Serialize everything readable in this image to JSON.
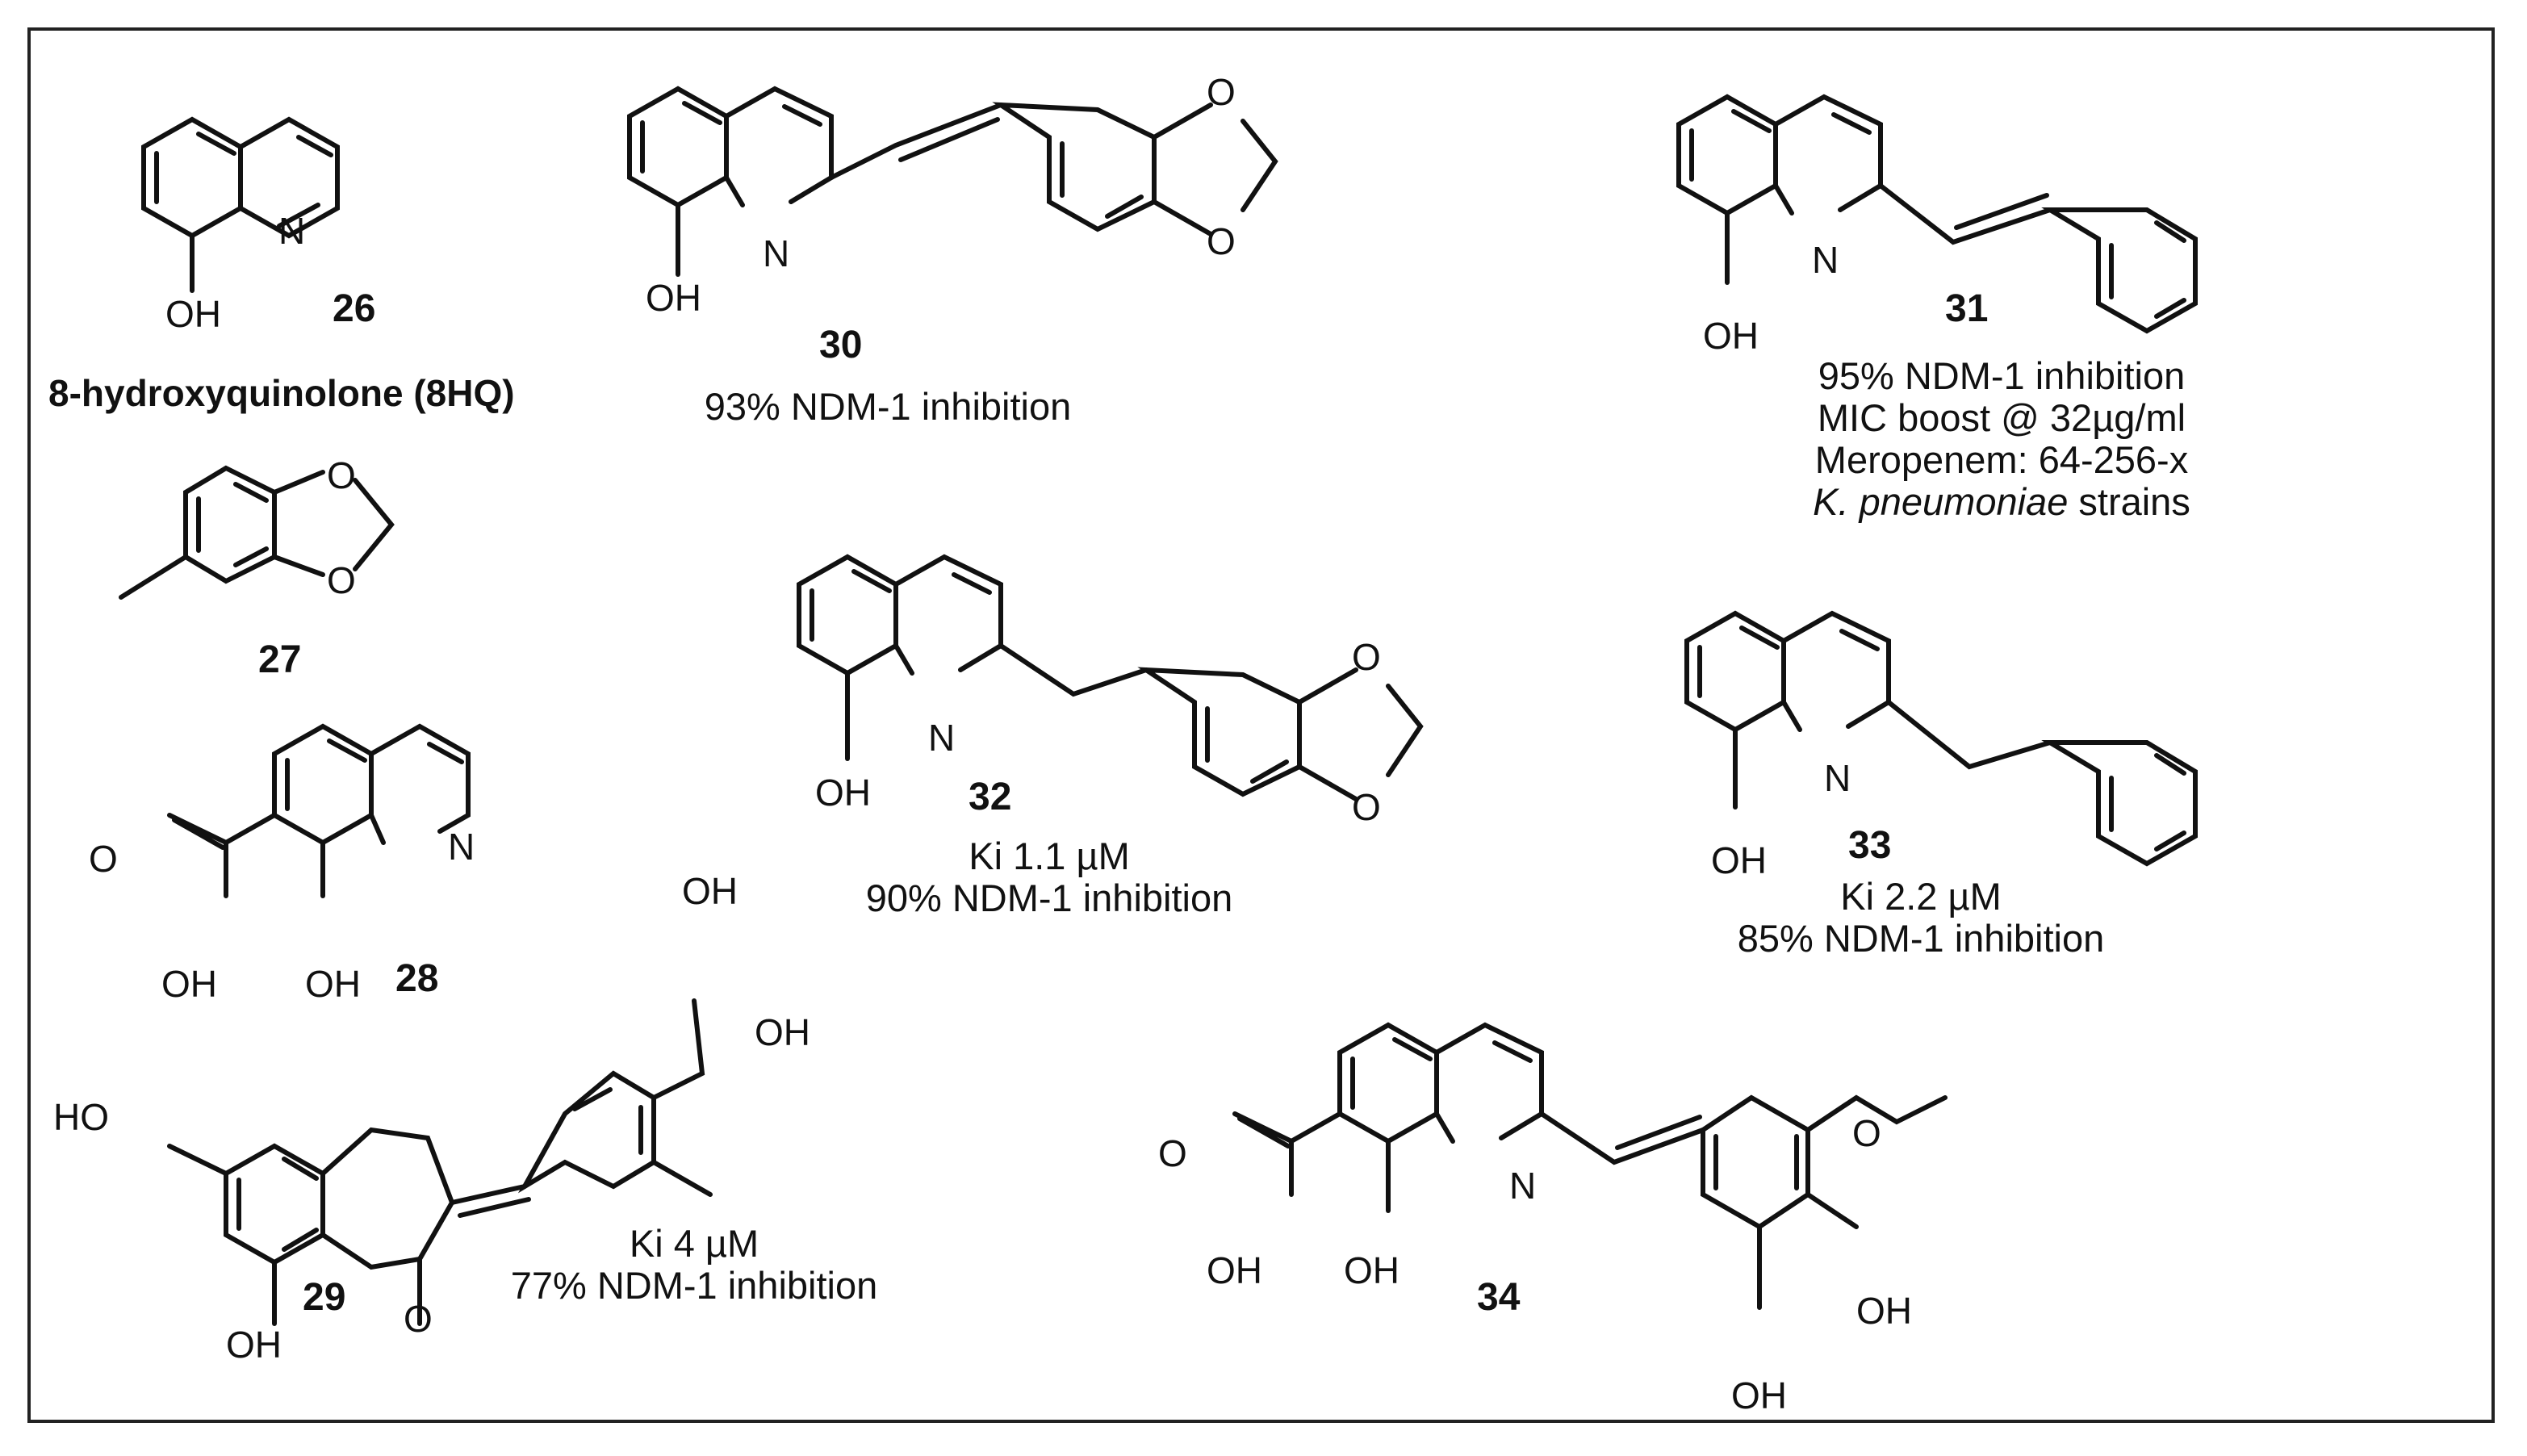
{
  "compounds": {
    "c26": {
      "id": "26",
      "name": "8-hydroxyquinolone (8HQ)"
    },
    "c27": {
      "id": "27"
    },
    "c28": {
      "id": "28"
    },
    "c29": {
      "id": "29",
      "ki": "Ki 4 µM",
      "inhibition": "77% NDM-1 inhibition"
    },
    "c30": {
      "id": "30",
      "inhibition": "93% NDM-1 inhibition"
    },
    "c31": {
      "id": "31",
      "inhibition": "95% NDM-1 inhibition",
      "mic": "MIC boost @ 32µg/ml",
      "meropenem": "Meropenem: 64-256-x",
      "strain_italic": "K. pneumoniae",
      "strain_rest": " strains"
    },
    "c32": {
      "id": "32",
      "ki": "Ki 1.1 µM",
      "inhibition": "90% NDM-1 inhibition"
    },
    "c33": {
      "id": "33",
      "ki": "Ki 2.2 µM",
      "inhibition": "85% NDM-1 inhibition"
    },
    "c34": {
      "id": "34"
    }
  },
  "atoms": {
    "n": "N",
    "o": "O",
    "oh": "OH",
    "ho": "HO"
  }
}
